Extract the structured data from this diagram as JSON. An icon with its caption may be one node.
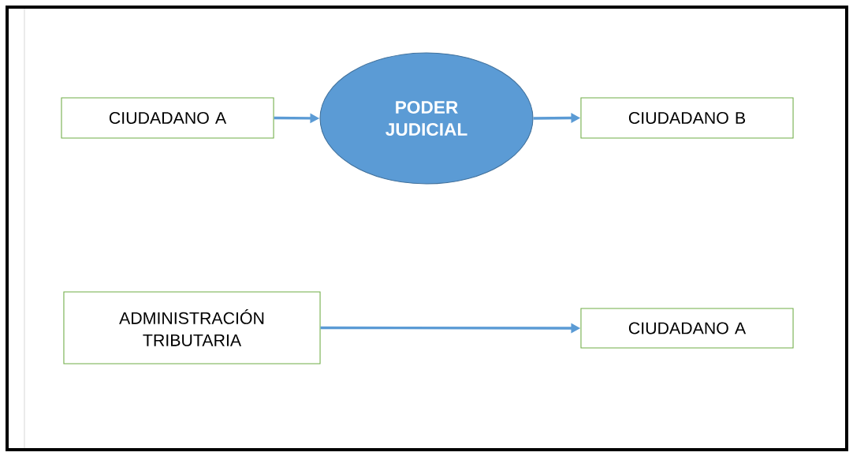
{
  "diagram": {
    "nodes": [
      {
        "text": [
          "CIUDADANO A"
        ]
      },
      {
        "text": [
          "PODER JUDICIAL"
        ]
      },
      {
        "text": [
          "CIUDADANO B"
        ]
      },
      {
        "text": [
          "ADMINISTRACIÓN TRIBUTARIA"
        ]
      },
      {
        "text": [
          "CIUDADANO A"
        ]
      }
    ],
    "edges": [
      {
        "from": 0,
        "to": 1,
        "arrow": "to"
      },
      {
        "from": 1,
        "to": 2,
        "arrow": "to"
      },
      {
        "from": 3,
        "to": 4,
        "arrow": "to"
      }
    ]
  }
}
